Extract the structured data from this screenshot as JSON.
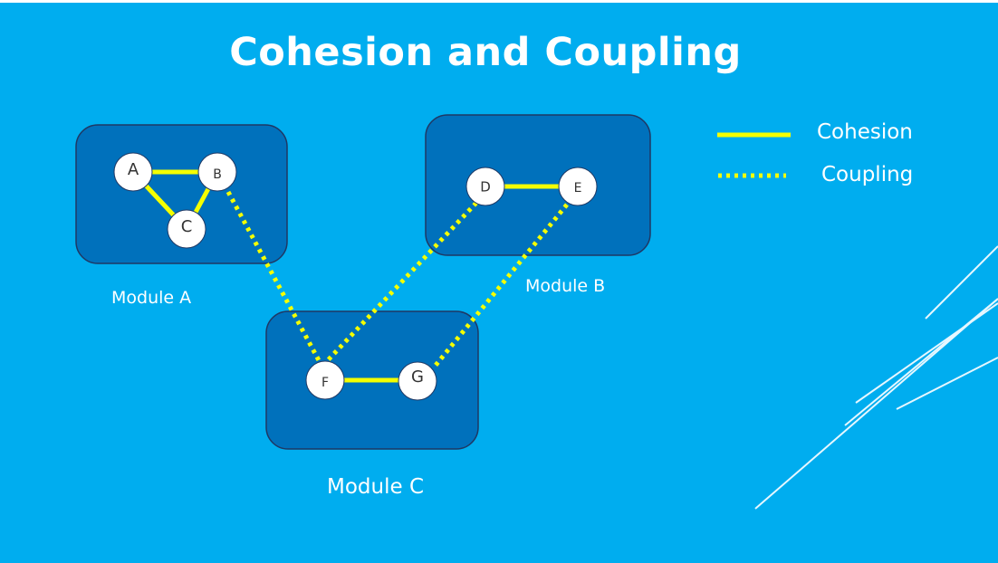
{
  "title": "Cohesion and Coupling",
  "colors": {
    "background": "#00adef",
    "module_fill": "#0071bc",
    "module_stroke": "#1f3864",
    "link": "#f5ff00",
    "node_fill": "#ffffff",
    "decor_lines": "#e6f7ff"
  },
  "modules": [
    {
      "id": "module-a",
      "label": "Module A"
    },
    {
      "id": "module-b",
      "label": "Module B"
    },
    {
      "id": "module-c",
      "label": "Module C"
    }
  ],
  "nodes": [
    {
      "id": "A",
      "label": "A",
      "module": "Module A"
    },
    {
      "id": "B",
      "label": "B",
      "module": "Module A"
    },
    {
      "id": "C",
      "label": "C",
      "module": "Module A"
    },
    {
      "id": "D",
      "label": "D",
      "module": "Module B"
    },
    {
      "id": "E",
      "label": "E",
      "module": "Module B"
    },
    {
      "id": "F",
      "label": "F",
      "module": "Module C"
    },
    {
      "id": "G",
      "label": "G",
      "module": "Module C"
    }
  ],
  "edges": [
    {
      "from": "A",
      "to": "B",
      "type": "cohesion"
    },
    {
      "from": "A",
      "to": "C",
      "type": "cohesion"
    },
    {
      "from": "B",
      "to": "C",
      "type": "cohesion"
    },
    {
      "from": "D",
      "to": "E",
      "type": "cohesion"
    },
    {
      "from": "F",
      "to": "G",
      "type": "cohesion"
    },
    {
      "from": "B",
      "to": "F",
      "type": "coupling"
    },
    {
      "from": "D",
      "to": "F",
      "type": "coupling"
    },
    {
      "from": "E",
      "to": "G",
      "type": "coupling"
    }
  ],
  "legend": {
    "cohesion_label": "Cohesion",
    "coupling_label": "Coupling"
  }
}
